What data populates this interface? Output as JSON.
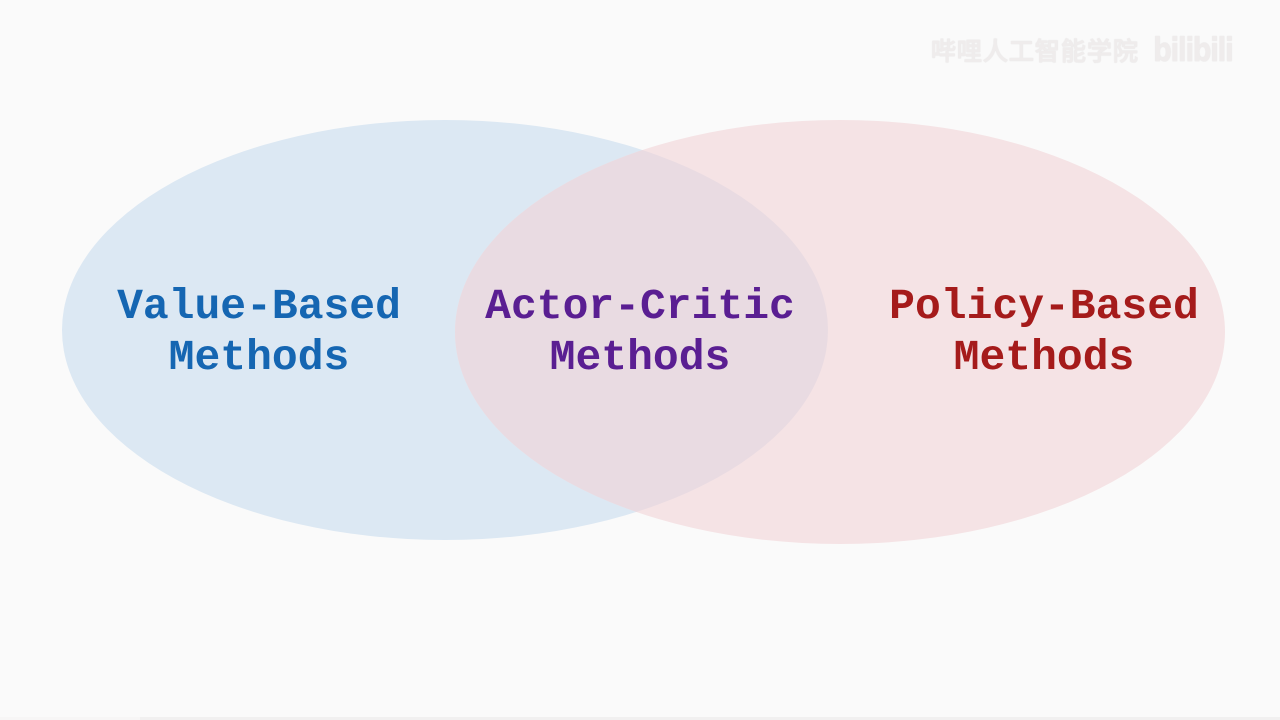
{
  "page": {
    "background": "#fafafa"
  },
  "watermark": {
    "text": "哔哩人工智能学院",
    "logo_text": "bilibili",
    "color": "#efecec"
  },
  "venn": {
    "type": "venn-diagram",
    "left_circle": {
      "label_line1": "Value-Based",
      "label_line2": "Methods",
      "fill": "#dce8f3",
      "text_color": "#1566b2"
    },
    "overlap": {
      "label_line1": "Actor-Critic",
      "label_line2": "Methods",
      "fill": "#e9dbe2",
      "text_color": "#5a1e92"
    },
    "right_circle": {
      "label_line1": "Policy-Based",
      "label_line2": "Methods",
      "fill": "#f5e3e5",
      "text_color": "#a51b1b"
    }
  }
}
